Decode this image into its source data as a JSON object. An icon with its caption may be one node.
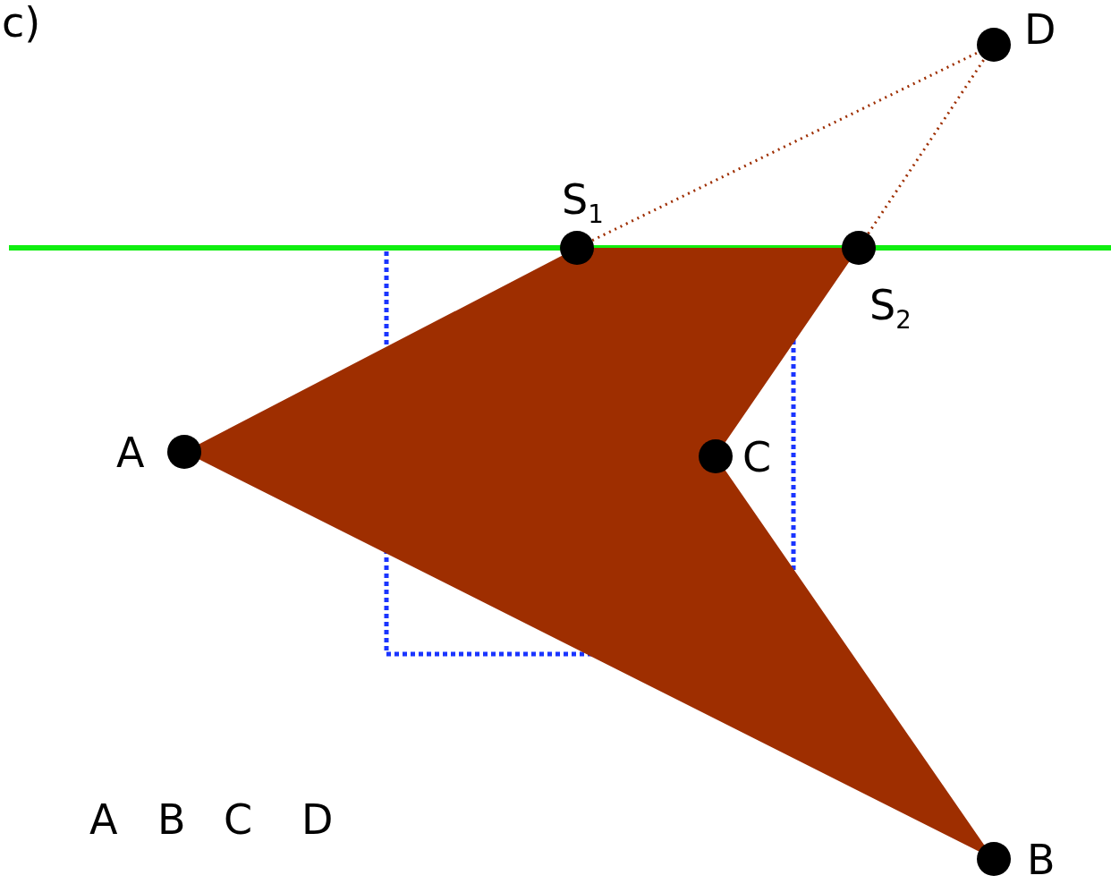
{
  "diagram": {
    "nodes": [
      {
        "text": [],
        "shape": "circle",
        "beside": [
          "D"
        ]
      },
      {
        "text": [],
        "shape": "circle",
        "beside": [
          "S$_{1}$"
        ]
      },
      {
        "text": [],
        "shape": "circle",
        "beside": [
          "S$_{2}$"
        ]
      },
      {
        "text": [],
        "shape": "circle",
        "beside": [
          "A"
        ]
      },
      {
        "text": [],
        "shape": "circle",
        "beside": [
          "C"
        ]
      },
      {
        "text": [],
        "shape": "circle",
        "beside": [
          "B"
        ]
      }
    ],
    "edges": [
      {
        "from": 1,
        "to": 0,
        "arrow": "none",
        "style": "dashed"
      },
      {
        "from": 2,
        "to": 0,
        "arrow": "none",
        "style": "dashed"
      }
    ],
    "labels": [
      "c)",
      "A",
      "B",
      "C",
      "D"
    ]
  }
}
